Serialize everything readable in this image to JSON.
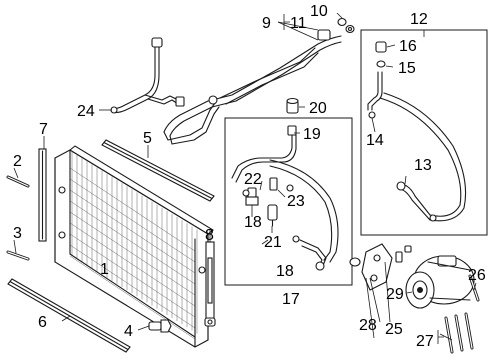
{
  "diagram": {
    "callouts": {
      "c1": "1",
      "c2": "2",
      "c3": "3",
      "c4": "4",
      "c5": "5",
      "c6": "6",
      "c7": "7",
      "c8": "8",
      "c9": "9",
      "c10": "10",
      "c11": "11",
      "c12": "12",
      "c13": "13",
      "c14": "14",
      "c15": "15",
      "c16": "16",
      "c17": "17",
      "c18a": "18",
      "c18b": "18",
      "c19": "19",
      "c20": "20",
      "c21": "21",
      "c22": "22",
      "c23": "23",
      "c24": "24",
      "c25": "25",
      "c26": "26",
      "c27": "27",
      "c28": "28",
      "c29": "29"
    }
  }
}
